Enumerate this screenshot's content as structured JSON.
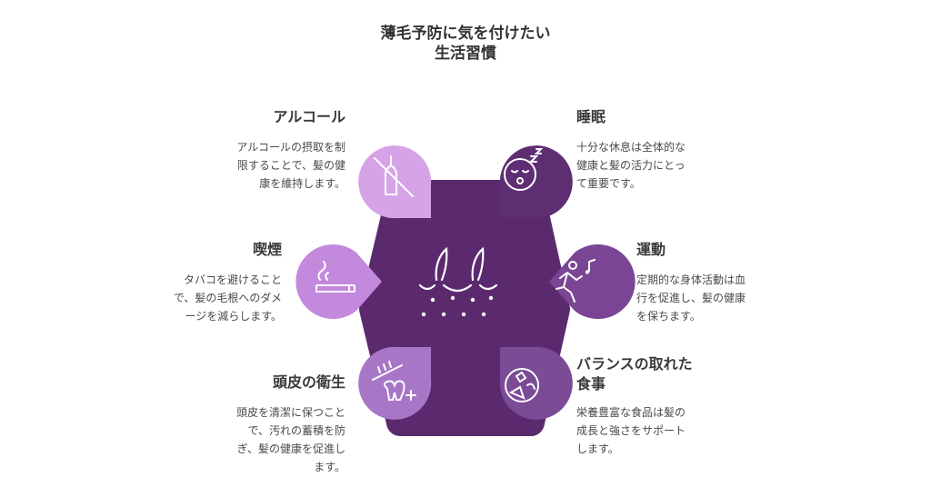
{
  "title": {
    "line1": "薄毛予防に気を付けたい",
    "line2": "生活習慣"
  },
  "colors": {
    "center": "#5b2a6e",
    "alcohol": "#d7a3e8",
    "smoking": "#c389dc",
    "scalp": "#a776c7",
    "sleep": "#5e2e73",
    "exercise": "#7a4594",
    "diet": "#7b4b96",
    "icon_light": "#ffffff"
  },
  "items": {
    "alcohol": {
      "heading": "アルコール",
      "desc": [
        "アルコールの摂取を制",
        "限することで、髪の健",
        "康を維持します。"
      ],
      "icon": "no-alcohol-icon"
    },
    "smoking": {
      "heading": "喫煙",
      "desc": [
        "タバコを避けること",
        "で、髪の毛根へのダメ",
        "ージを減らします。"
      ],
      "icon": "cigarette-icon"
    },
    "scalp": {
      "heading": "頭皮の衛生",
      "desc": [
        "頭皮を清潔に保つこと",
        "で、汚れの蓄積を防",
        "ぎ、髪の健康を促進し",
        "ます。"
      ],
      "icon": "toothbrush-sparkle-icon"
    },
    "sleep": {
      "heading": "睡眠",
      "desc": [
        "十分な休息は全体的な",
        "健康と髪の活力にとっ",
        "て重要です。"
      ],
      "icon": "sleeping-face-icon"
    },
    "exercise": {
      "heading": "運動",
      "desc": [
        "定期的な身体活動は血",
        "行を促進し、髪の健康",
        "を保ちます。"
      ],
      "icon": "running-person-icon"
    },
    "diet": {
      "heading": "バランスの取れた",
      "heading2": "食事",
      "desc": [
        "栄養豊富な食品は髪の",
        "成長と強さをサポート",
        "します。"
      ],
      "icon": "healthy-food-icon"
    }
  },
  "center_icon": "hair-follicle-icon"
}
